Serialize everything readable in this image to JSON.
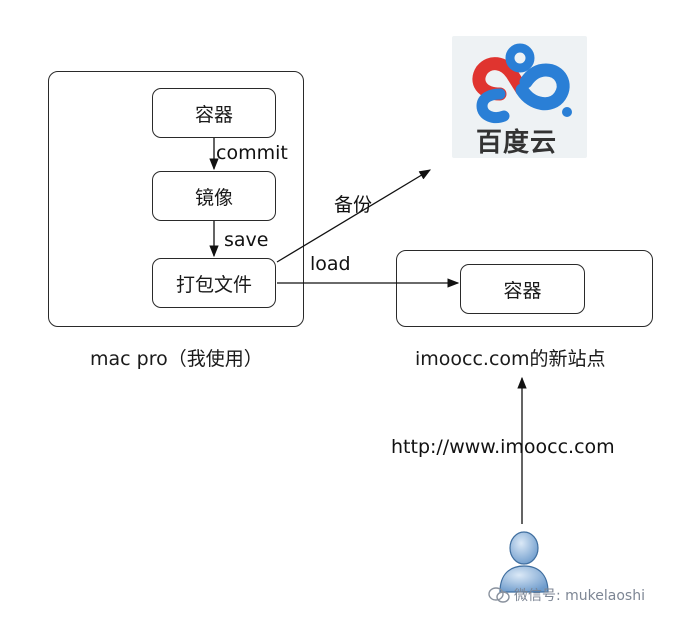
{
  "left_group": {
    "caption": "mac pro（我使用）",
    "nodes": {
      "container": "容器",
      "image": "镜像",
      "package": "打包文件"
    },
    "edges": {
      "commit": "commit",
      "save": "save"
    }
  },
  "right_group": {
    "caption": "imoocc.com的新站点",
    "node": "容器"
  },
  "edges": {
    "backup": "备份",
    "load": "load",
    "url": "http://www.imoocc.com"
  },
  "logo": {
    "text": "百度云",
    "colors": {
      "blue": "#2a7fd6",
      "red": "#e0342f",
      "text": "#333333"
    }
  },
  "watermark": "微信号: mukelaoshi"
}
